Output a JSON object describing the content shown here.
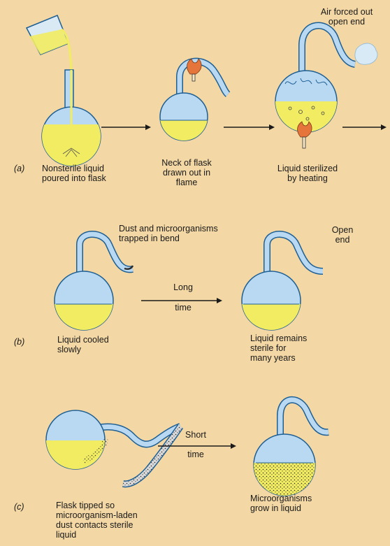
{
  "colors": {
    "background": "#f3d7a4",
    "glass": "#b9d9f2",
    "glass_outline": "#1e5f94",
    "liquid": "#f1ec62",
    "flame": "#e5753a",
    "dust": "#2c2c2c"
  },
  "panel_a": {
    "part_label": "(a)",
    "step1": "Nonsterile liquid\npoured into flask",
    "step2": "Neck of flask\ndrawn out in\nflame",
    "step3": "Liquid sterilized\nby heating",
    "air_label": "Air forced out\nopen end"
  },
  "panel_b": {
    "part_label": "(b)",
    "dust_label": "Dust and microorganisms\ntrapped in bend",
    "open_end_label": "Open\nend",
    "arrow_top": "Long",
    "arrow_bottom": "time",
    "step1": "Liquid cooled\nslowly",
    "step2": "Liquid remains\nsterile for\nmany years"
  },
  "panel_c": {
    "part_label": "(c)",
    "arrow_top": "Short",
    "arrow_bottom": "time",
    "step1": "Flask tipped so\nmicroorganism-laden\ndust contacts sterile\nliquid",
    "step2": "Microorganisms\ngrow in liquid"
  }
}
